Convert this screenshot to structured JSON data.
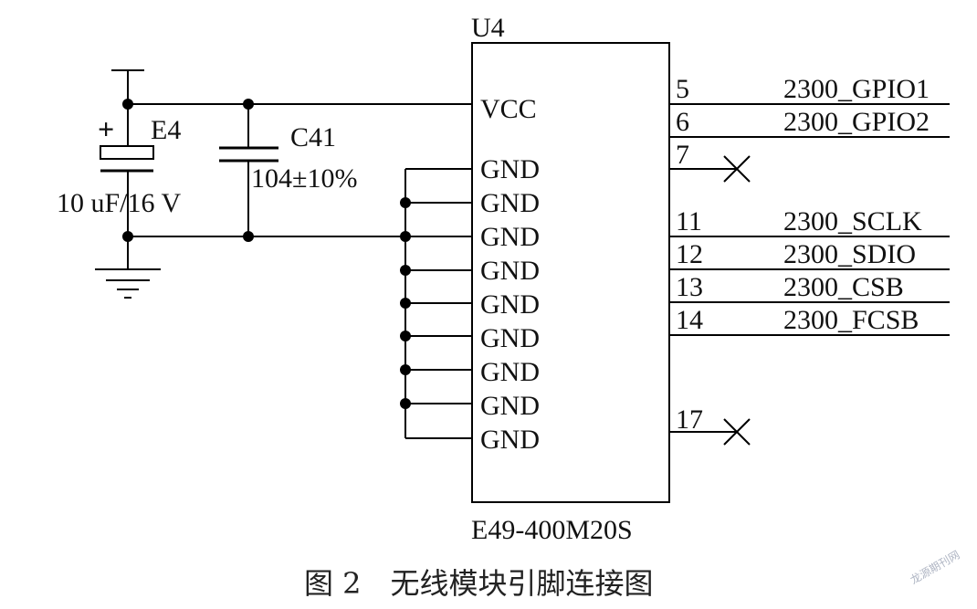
{
  "component": {
    "ref": "U4",
    "part": "E49-400M20S",
    "left_pins": [
      "VCC",
      "GND",
      "GND",
      "GND",
      "GND",
      "GND",
      "GND",
      "GND",
      "GND",
      "GND"
    ],
    "right_pins": [
      {
        "num": "5",
        "net": "2300_GPIO1"
      },
      {
        "num": "6",
        "net": "2300_GPIO2"
      },
      {
        "num": "7",
        "net": ""
      },
      {
        "num": "11",
        "net": "2300_SCLK"
      },
      {
        "num": "12",
        "net": "2300_SDIO"
      },
      {
        "num": "13",
        "net": "2300_CSB"
      },
      {
        "num": "14",
        "net": "2300_FCSB"
      },
      {
        "num": "17",
        "net": ""
      }
    ]
  },
  "e4": {
    "ref": "E4",
    "plus": "+",
    "value": "10 uF/16 V"
  },
  "c41": {
    "ref": "C41",
    "value": "104±10%"
  },
  "caption": "图 2　无线模块引脚连接图",
  "watermark": "龙源期刊网"
}
